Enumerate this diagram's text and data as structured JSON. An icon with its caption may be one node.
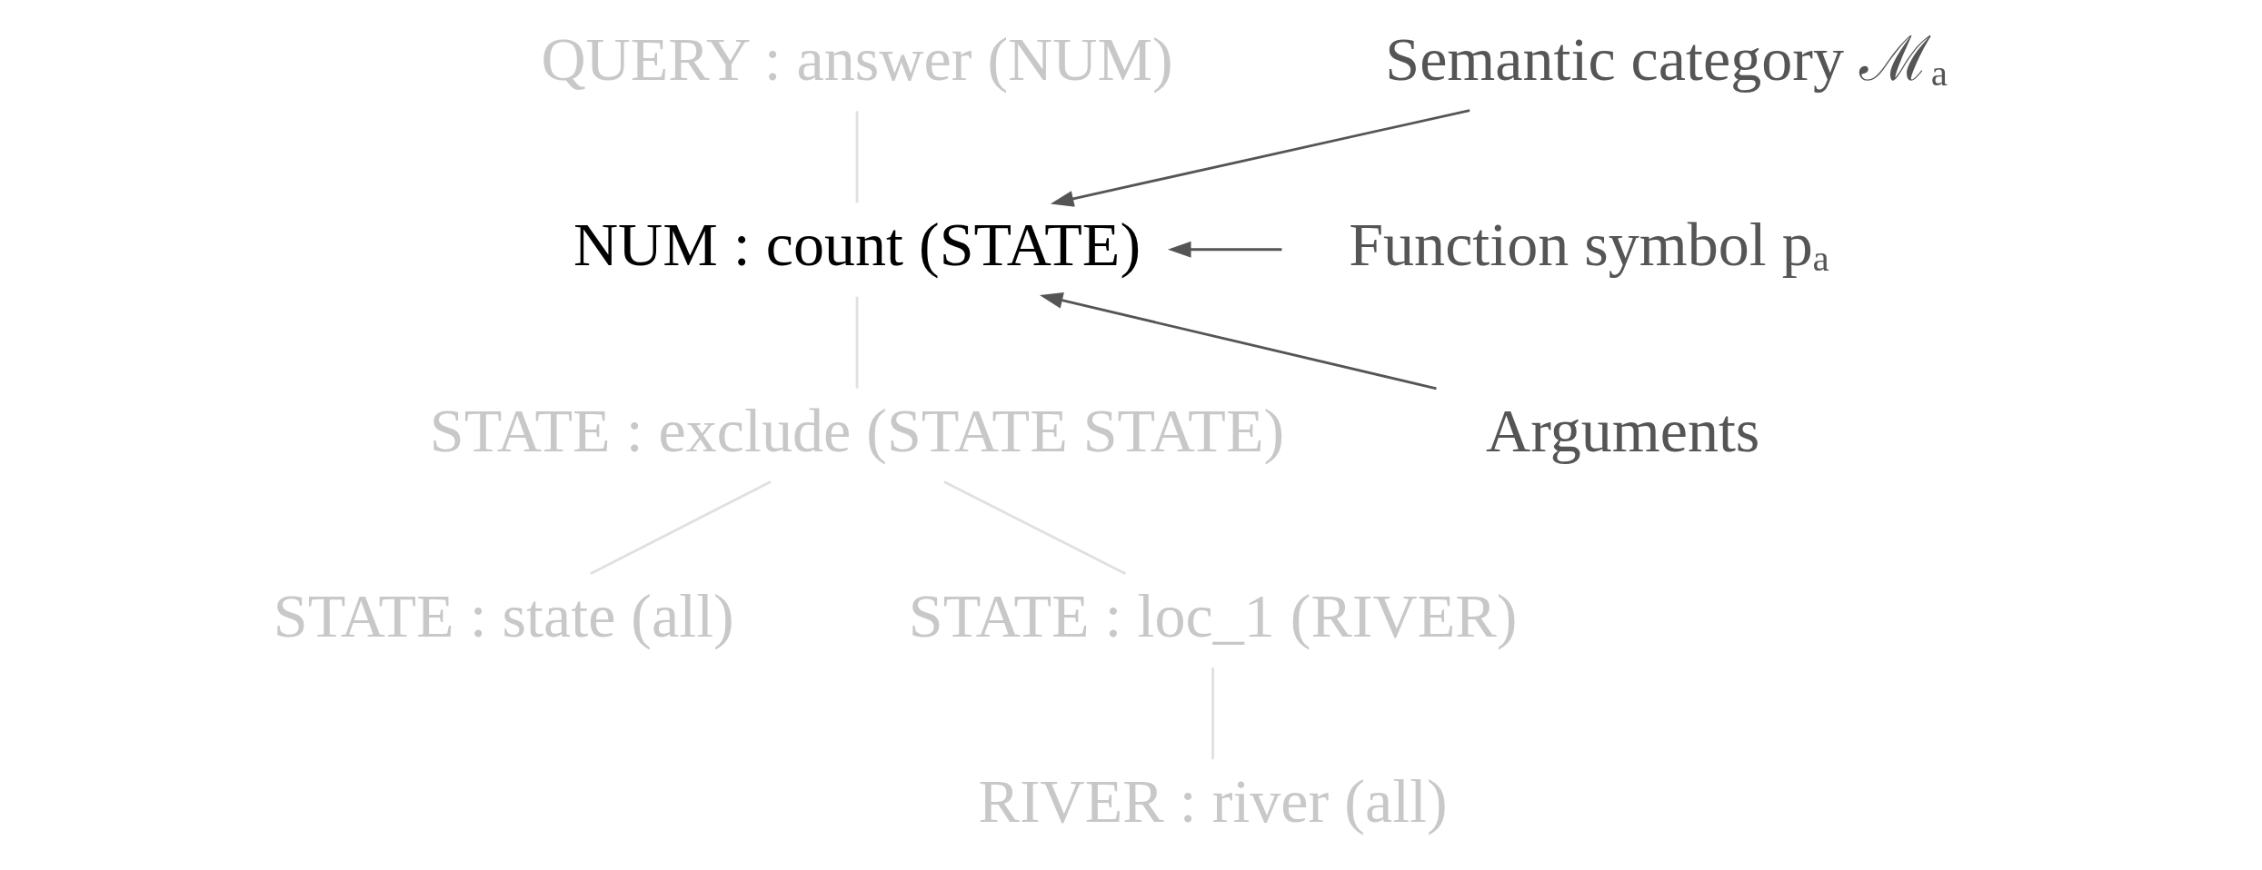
{
  "diagram": {
    "nodes": [
      {
        "text": [
          "QUERY : answer (NUM)"
        ]
      },
      {
        "text": [
          "NUM : count (STATE)"
        ]
      },
      {
        "text": [
          "STATE : exclude (STATE STATE)"
        ]
      },
      {
        "text": [
          "STATE : state (all)"
        ]
      },
      {
        "text": [
          "STATE : loc_1 (RIVER)"
        ]
      },
      {
        "text": [
          "RIVER : river (all)"
        ]
      },
      {
        "text": [
          "Semantic category ℳₐ"
        ]
      },
      {
        "text": [
          "Function symbol pₐ"
        ]
      },
      {
        "text": [
          "Arguments"
        ]
      }
    ],
    "edges": [
      {
        "from": 0,
        "to": 1,
        "arrow": "none"
      },
      {
        "from": 1,
        "to": 2,
        "arrow": "none"
      },
      {
        "from": 2,
        "to": 3,
        "arrow": "none"
      },
      {
        "from": 2,
        "to": 4,
        "arrow": "none"
      },
      {
        "from": 4,
        "to": 5,
        "arrow": "none"
      },
      {
        "from": 6,
        "to": 1,
        "arrow": "to",
        "color": "#555555"
      },
      {
        "from": 7,
        "to": 1,
        "arrow": "to",
        "color": "#555555"
      },
      {
        "from": 8,
        "to": 1,
        "arrow": "to",
        "color": "#555555"
      }
    ]
  }
}
